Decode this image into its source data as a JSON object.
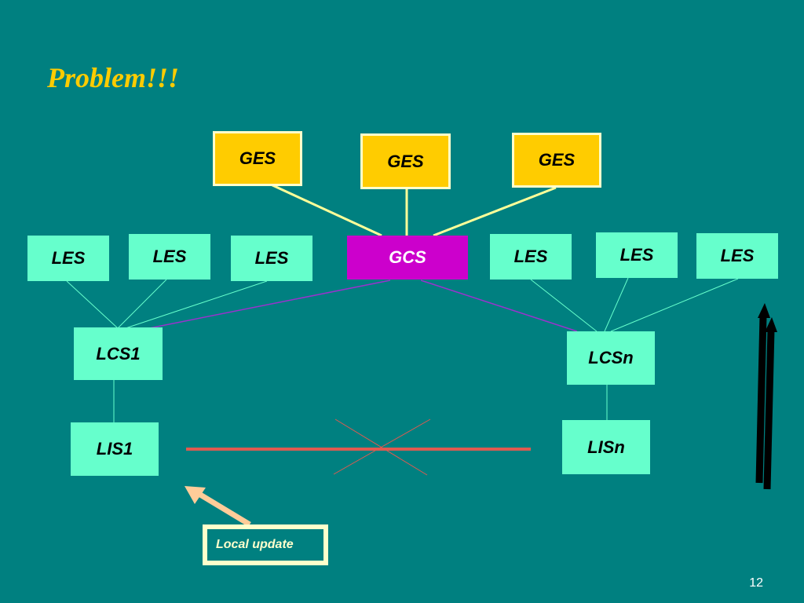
{
  "slide": {
    "title": "Problem!!!",
    "page_number": "12"
  },
  "nodes": {
    "ges_left": "GES",
    "ges_center": "GES",
    "ges_right": "GES",
    "gcs": "GCS",
    "les_l1": "LES",
    "les_l2": "LES",
    "les_l3": "LES",
    "les_r1": "LES",
    "les_r2": "LES",
    "les_r3": "LES",
    "lcs1": "LCS1",
    "lcsn": "LCSn",
    "lis1": "LIS1",
    "lisn": "LISn"
  },
  "callout": {
    "label": "Local update"
  },
  "colors": {
    "background": "#008080",
    "ges": "#FFCC00",
    "gcs": "#CC00CC",
    "local_node": "#66FFCC",
    "blocked_link": "#E05A50",
    "callout_arrow": "#FFCC99"
  }
}
